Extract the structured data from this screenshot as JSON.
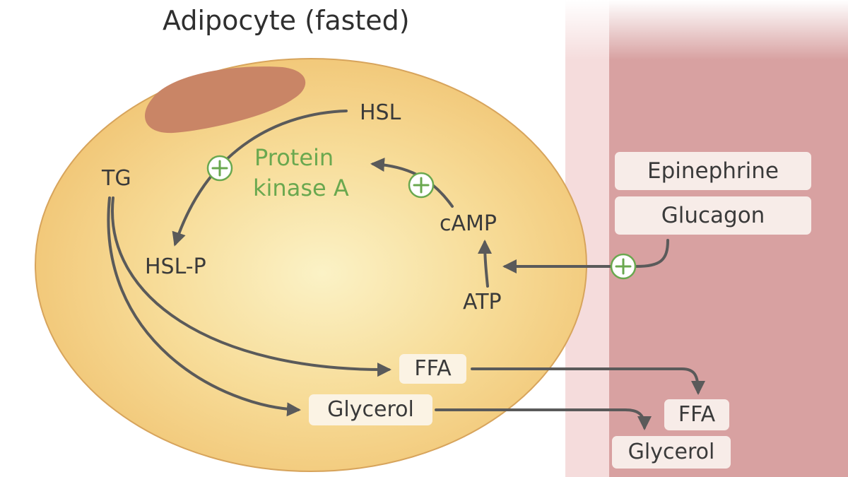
{
  "title": "Adipocyte (fasted)",
  "labels": {
    "hsl": "HSL",
    "protein_kinase_line1": "Protein",
    "protein_kinase_line2": "kinase A",
    "tg": "TG",
    "hsl_p": "HSL-P",
    "camp": "cAMP",
    "atp": "ATP",
    "ffa_inside": "FFA",
    "glycerol_inside": "Glycerol",
    "epinephrine": "Epinephrine",
    "glucagon": "Glucagon",
    "ffa_blood": "FFA",
    "glycerol_blood": "Glycerol",
    "plus": "+"
  },
  "colors": {
    "cell_fill": "#f2c879",
    "cell_center": "#fbf0c2",
    "cell_border": "#d7a45c",
    "nucleus": "#c98566",
    "vessel_outer": "#f5dcdc",
    "vessel_inner": "#d8a1a1",
    "arrow": "#5a5a5a",
    "activator_green": "#6aa84f",
    "box_fill": "#f7ece8"
  }
}
